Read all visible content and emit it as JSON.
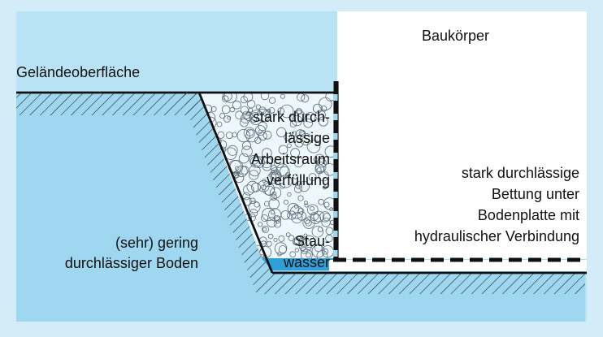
{
  "labels": {
    "building": "Baukörper",
    "ground_surface": "Geländeoberfläche",
    "backfill": [
      "stark durch-",
      "lässige",
      "Arbeitsraum",
      "verfüllung"
    ],
    "stau": [
      "Stau-",
      "wasser"
    ],
    "soil": [
      "(sehr) gering",
      "durchlässiger Boden"
    ],
    "bedding": [
      "stark durchlässige",
      "Bettung unter",
      "Bodenplatte mit",
      "hydraulischer Verbindung"
    ]
  },
  "colors": {
    "outer_frame": "#d3ecf7",
    "panel": "#b9e3f5",
    "soil": "#9fd7f0",
    "water": "#2f9fda",
    "line": "#111111",
    "building": "#ffffff",
    "backfill_bg": "#eef7fc"
  }
}
